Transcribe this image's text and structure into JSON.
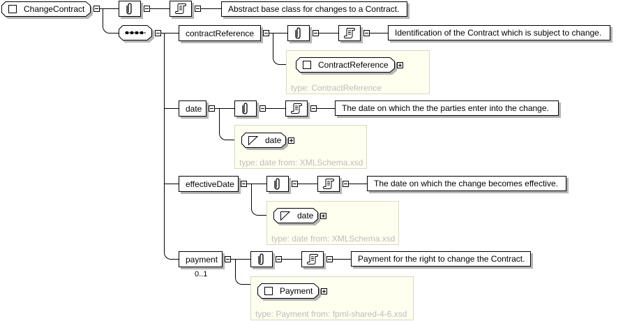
{
  "root": {
    "name": "ChangeContract",
    "kind": "complex-type",
    "documentation": "Abstract base class for changes to a Contract."
  },
  "sequence": {
    "icon": "sequence-compositor-icon"
  },
  "elements": [
    {
      "name": "contractReference",
      "occurrence": "",
      "documentation": "Identification of the Contract which is subject to change.",
      "type_name": "ContractReference",
      "type_kind": "complex-type",
      "type_label": "type: ContractReference"
    },
    {
      "name": "date",
      "occurrence": "",
      "documentation": "The date on which the the parties enter into the change.",
      "type_name": "date",
      "type_kind": "simple-type",
      "type_label": "type: date from: XMLSchema.xsd"
    },
    {
      "name": "effectiveDate",
      "occurrence": "",
      "documentation": "The date on which the change becomes effective.",
      "type_name": "date",
      "type_kind": "simple-type",
      "type_label": "type: date from: XMLSchema.xsd"
    },
    {
      "name": "payment",
      "occurrence": "0..1",
      "documentation": "Payment for the right to change the Contract.",
      "type_name": "Payment",
      "type_kind": "complex-type",
      "type_label": "type: Payment from: fpml-shared-4-6.xsd"
    }
  ],
  "colors": {
    "type_box_bg": "#fffff0",
    "type_box_border": "#d8d8c0",
    "type_label": "#bcbcbc",
    "shadow": "#b4b4b4"
  }
}
